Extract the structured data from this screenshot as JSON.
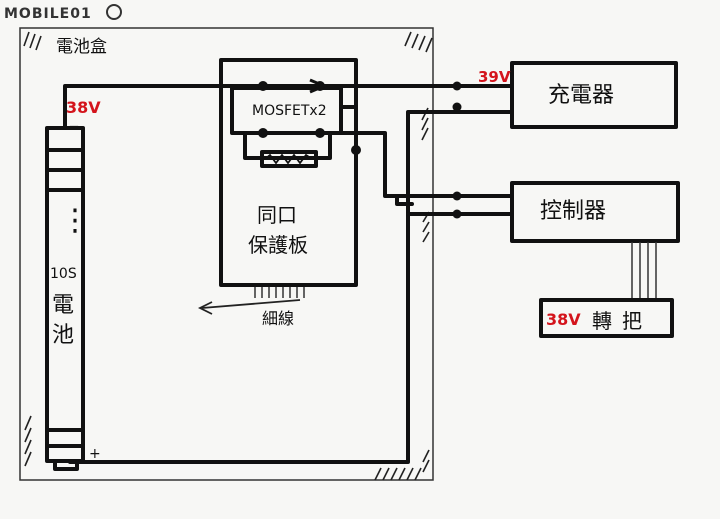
{
  "watermark": "MOBILE01",
  "enclosure_label": "電池盒",
  "battery": {
    "voltage": "38V",
    "minus": "_",
    "plus": "+",
    "label_top": "10S",
    "label_bottom": "電池",
    "dots": "⋮"
  },
  "mosfet_label": "MOSFETx2",
  "protection_board": {
    "line1": "同口",
    "line2": "保護板"
  },
  "wire_label": "細線",
  "charger": {
    "label": "充電器",
    "voltage": "39V"
  },
  "controller": {
    "label": "控制器"
  },
  "throttle": {
    "label": "轉把",
    "voltage": "38V"
  }
}
